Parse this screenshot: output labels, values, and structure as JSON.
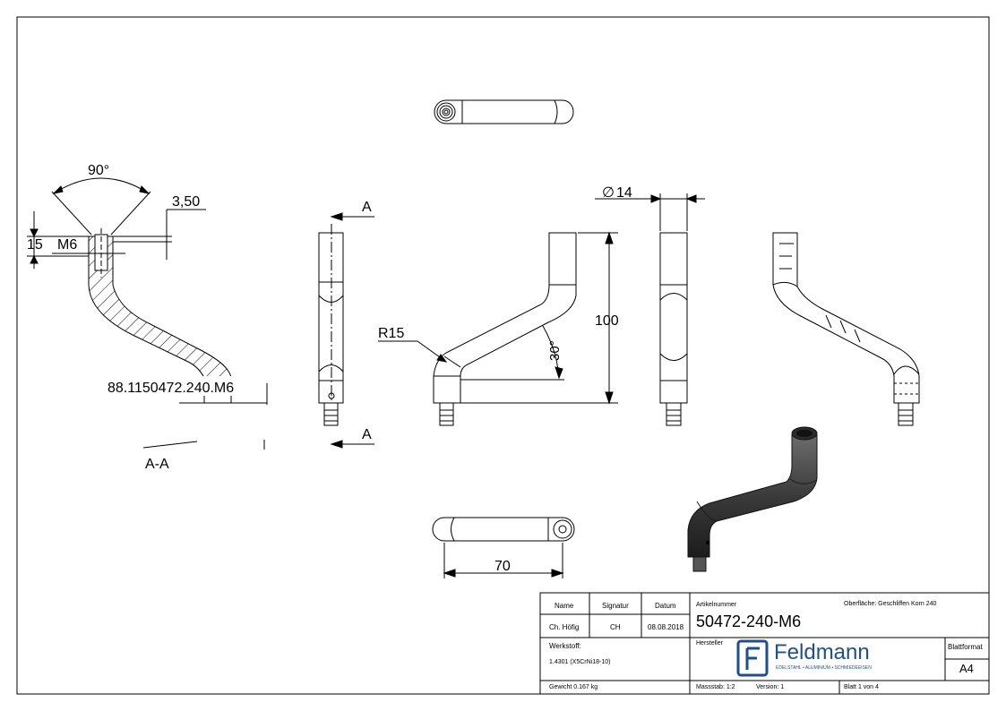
{
  "views": {
    "section": {
      "angle_label": "90°",
      "chamfer_label": "3,50",
      "depth_label": "15",
      "thread_label": "M6",
      "part_code": "88.1150472.240.M6",
      "section_title": "A-A"
    },
    "side": {
      "section_mark_top": "A",
      "section_mark_bottom": "A"
    },
    "front": {
      "diameter_label": "14",
      "height_label": "100",
      "radius_label": "R15",
      "angle_label": "30°"
    },
    "bottom": {
      "length_label": "70"
    }
  },
  "title_block": {
    "headers": {
      "name": "Name",
      "signature": "Signatur",
      "date": "Datum"
    },
    "values": {
      "name": "Ch. Höfig",
      "signature": "CH",
      "date": "08.08.2018"
    },
    "article_label": "Artikelnummer",
    "article_number": "50472-240-M6",
    "surface": "Oberfläche:  Geschliffen Korn 240",
    "material_label": "Werkstoff:",
    "material_value": "1.4301 (X5CrNi18-10)",
    "manufacturer_label": "Hersteller",
    "logo": {
      "name": "Feldmann",
      "tagline": "EDELSTAHL • ALUMINIUM • SCHMIEDEEISEN",
      "color": "#1d4f91"
    },
    "sheet_format_label": "Blattformat",
    "sheet_format_value": "A4",
    "weight": "Gewicht 0.167 kg",
    "scale": "Massstab: 1:2",
    "version": "Version: 1",
    "sheet_of": "Blatt 1 von 4"
  }
}
